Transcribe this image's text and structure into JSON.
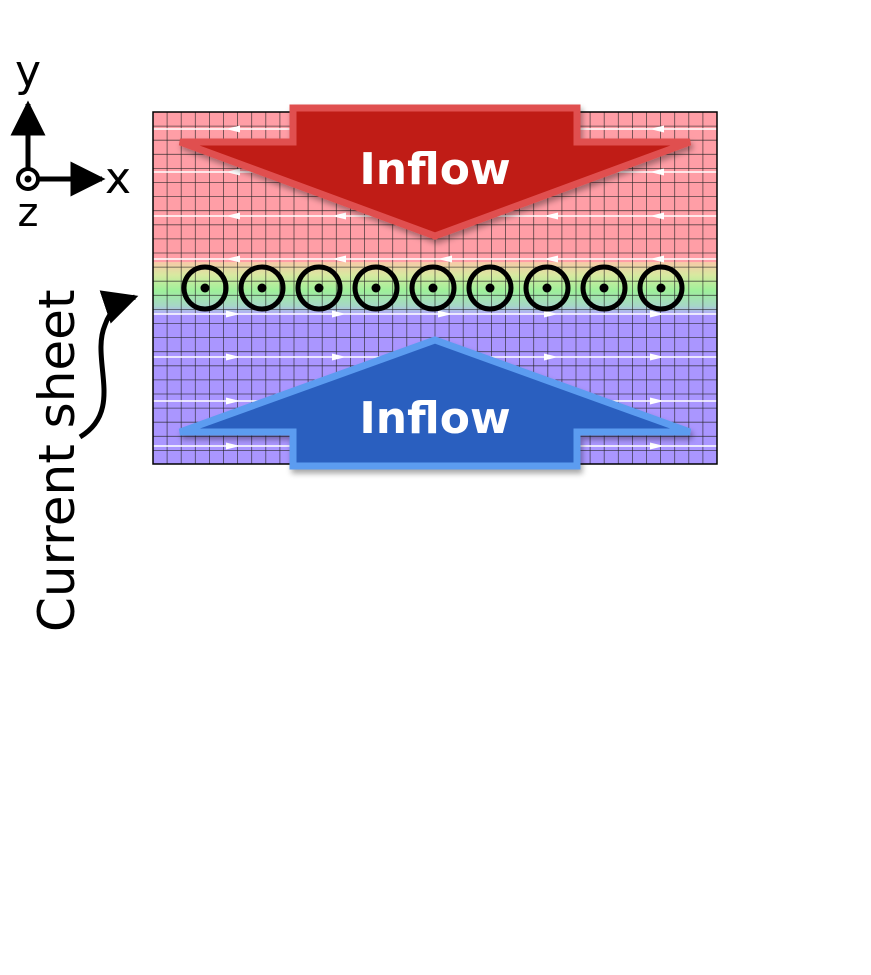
{
  "axes": {
    "y_label": "y",
    "x_label": "x",
    "z_label": "z"
  },
  "current_sheet_label": "Current sheet",
  "inflow_top": {
    "label": "Inflow",
    "color": "#c01c14",
    "border_color": "#e05050"
  },
  "inflow_bottom": {
    "label": "Inflow",
    "color": "#2a5fbf",
    "border_color": "#5b9cf0"
  },
  "colors": {
    "upper_region": "#ff9ea6",
    "current_sheet": "#a8ee9c",
    "lower_region": "#aa96ff",
    "grid_line": "#222222",
    "field_line": "#ffffff"
  },
  "field_directions": {
    "upper": "left",
    "lower": "right"
  },
  "current_markers": 9
}
